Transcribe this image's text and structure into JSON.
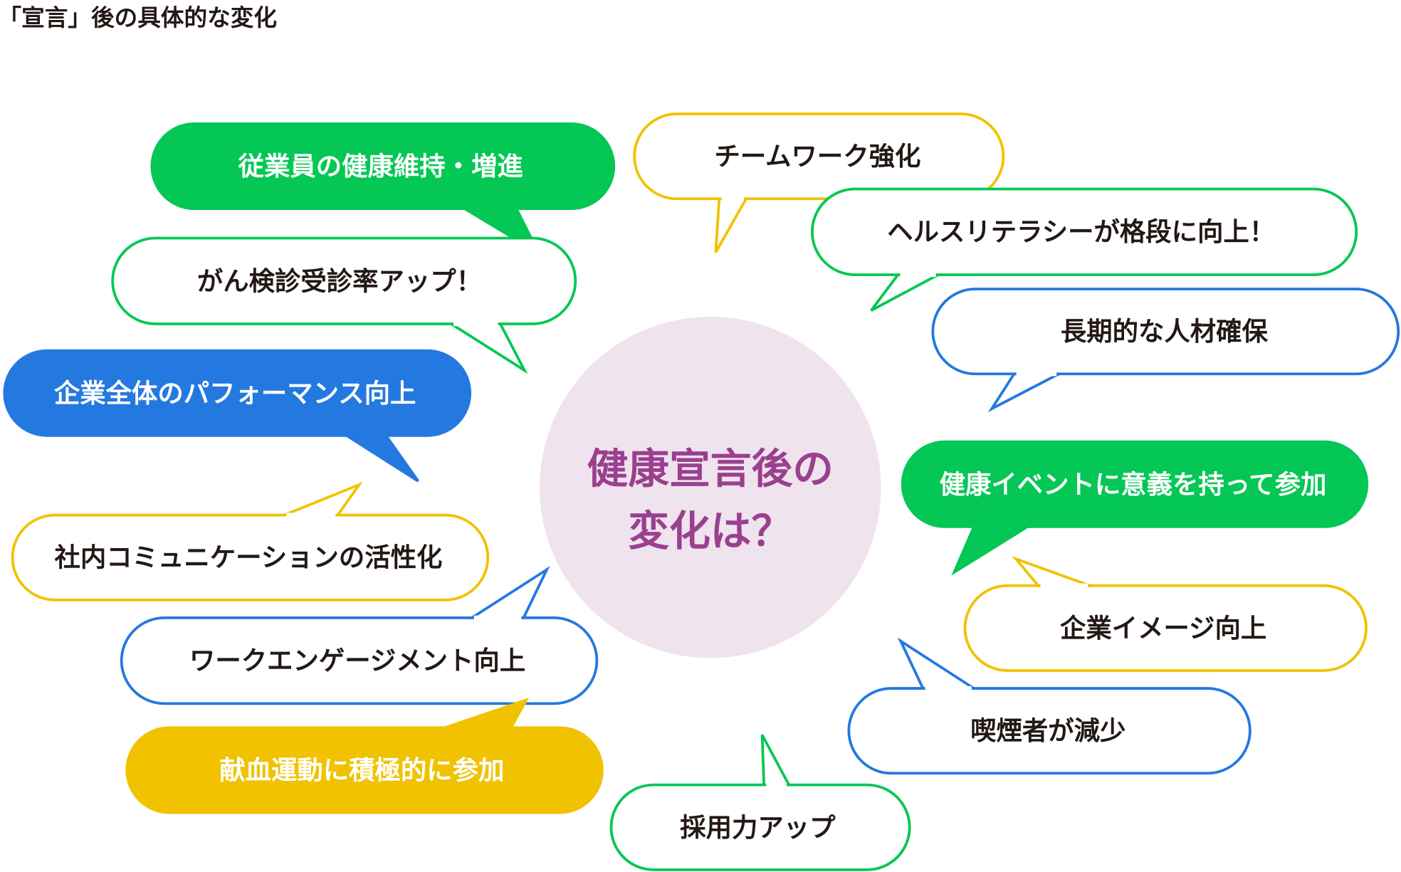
{
  "title": "「宣言」後の具体的な変化",
  "colors": {
    "green": "#04c755",
    "blue": "#2379e0",
    "yellow": "#f0c200",
    "text": "#231815",
    "center_fill": "#efe3ee",
    "center_text": "#9b3f8f"
  },
  "center": {
    "line1": "健康宣言後の",
    "line2": "変化は？"
  },
  "bubbles": [
    {
      "label": "従業員の健康維持・増進",
      "color": "green",
      "filled": true
    },
    {
      "label": "がん検診受診率アップ！",
      "color": "green",
      "filled": false
    },
    {
      "label": "企業全体のパフォーマンス向上",
      "color": "blue",
      "filled": true
    },
    {
      "label": "社内コミュニケーションの活性化",
      "color": "yellow",
      "filled": false
    },
    {
      "label": "ワークエンゲージメント向上",
      "color": "blue",
      "filled": false
    },
    {
      "label": "献血運動に積極的に参加",
      "color": "yellow",
      "filled": true
    },
    {
      "label": "チームワーク強化",
      "color": "yellow",
      "filled": false
    },
    {
      "label": "ヘルスリテラシーが格段に向上！",
      "color": "green",
      "filled": false
    },
    {
      "label": "長期的な人材確保",
      "color": "blue",
      "filled": false
    },
    {
      "label": "健康イベントに意義を持って参加",
      "color": "green",
      "filled": true
    },
    {
      "label": "企業イメージ向上",
      "color": "yellow",
      "filled": false
    },
    {
      "label": "喫煙者が減少",
      "color": "blue",
      "filled": false
    },
    {
      "label": "採用力アップ",
      "color": "green",
      "filled": false
    }
  ]
}
